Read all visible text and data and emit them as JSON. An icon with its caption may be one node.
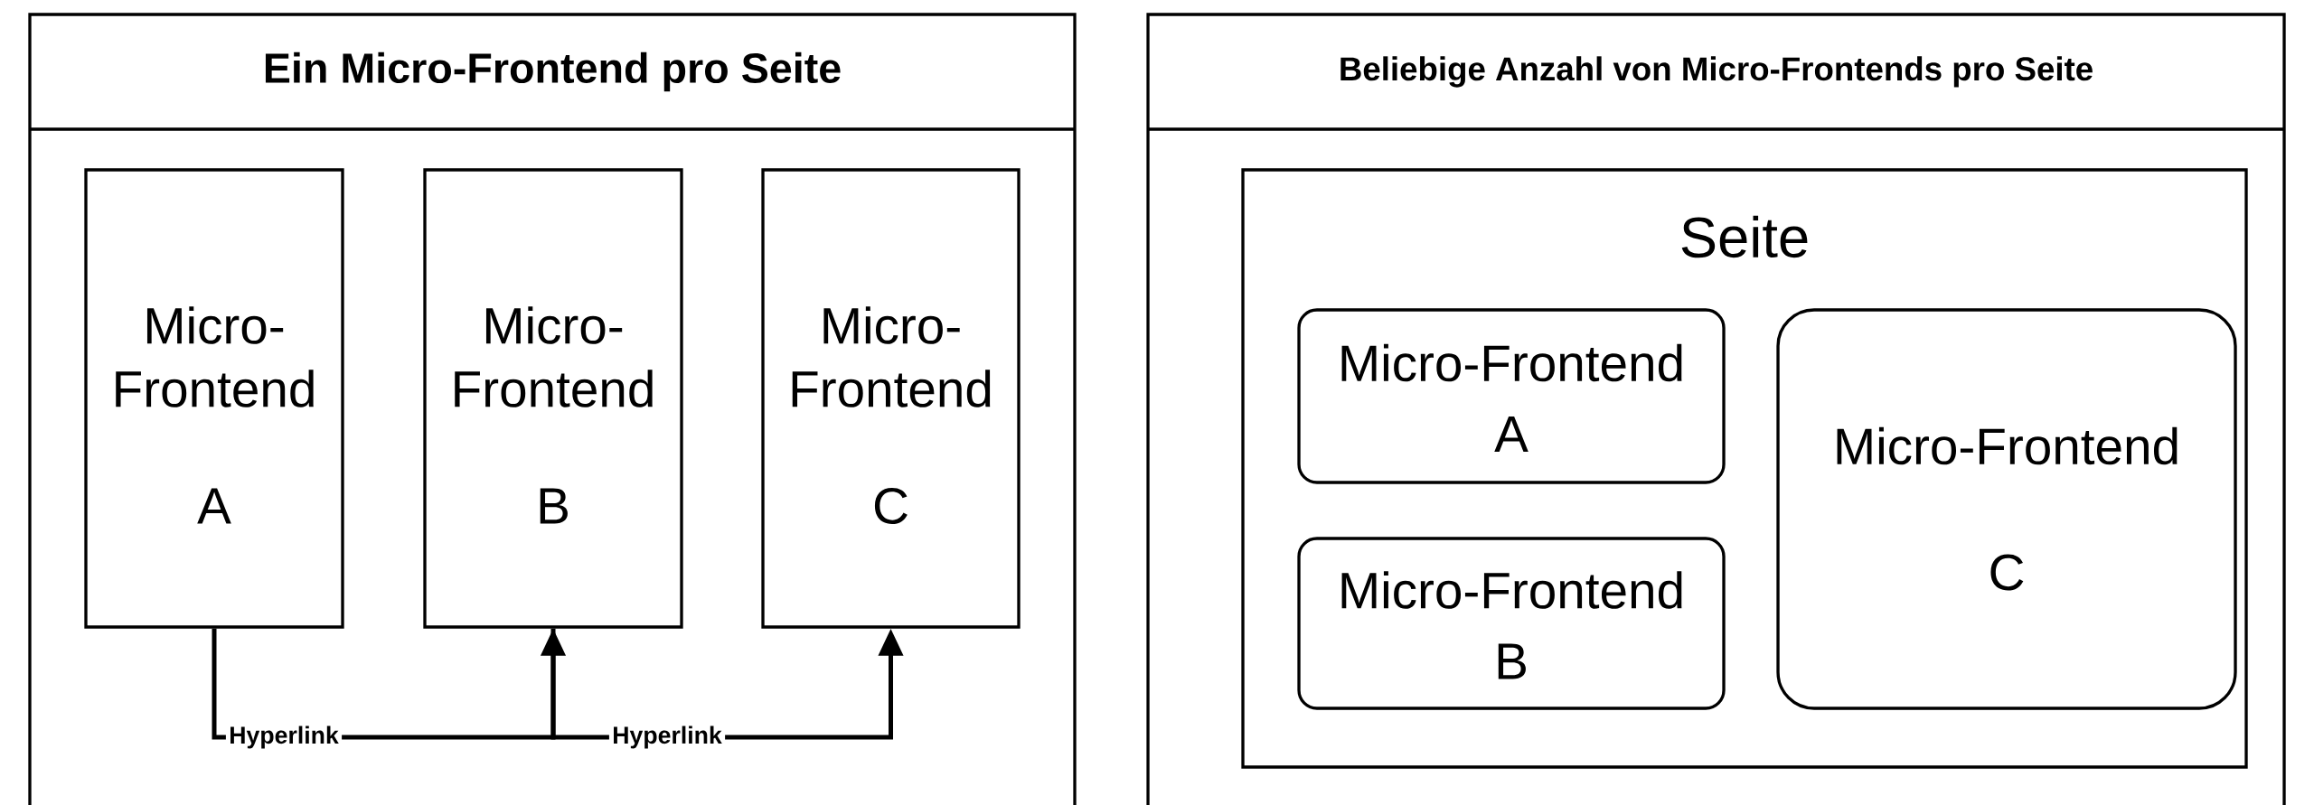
{
  "diagram": {
    "nodes": [
      {
        "text": [
          "Ein Micro-Frontend pro Seite"
        ]
      },
      {
        "text": [
          "Micro-Frontend",
          "A"
        ],
        "in": 0
      },
      {
        "text": [
          "Micro-Frontend",
          "B"
        ],
        "in": 0
      },
      {
        "text": [
          "Micro-Frontend",
          "C"
        ],
        "in": 0
      },
      {
        "text": [
          "Beliebige Anzahl von Micro-Frontends pro Seite"
        ]
      },
      {
        "text": [
          "Seite"
        ],
        "in": 4
      },
      {
        "text": [
          "Micro-Frontend",
          "A"
        ],
        "in": 5
      },
      {
        "text": [
          "Micro-Frontend",
          "B"
        ],
        "in": 5
      },
      {
        "text": [
          "Micro-Frontend",
          "C"
        ],
        "in": 5
      }
    ],
    "edges": [
      {
        "from": 1,
        "to": 2,
        "arrow": "to",
        "label": "Hyperlink"
      },
      {
        "from": 2,
        "to": 3,
        "arrow": "to",
        "label": "Hyperlink"
      }
    ]
  }
}
